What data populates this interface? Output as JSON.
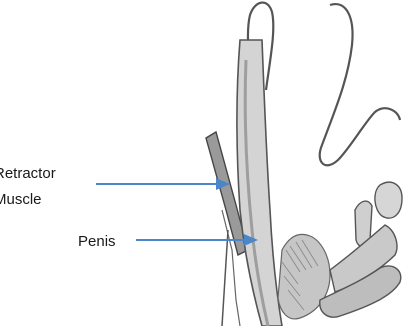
{
  "labels": {
    "retractor_line1": "Retractor",
    "retractor_line2": "Muscle",
    "penis": "Penis"
  },
  "colors": {
    "arrow": "#4a86c8",
    "outline": "#555555",
    "fill_light": "#dcdcdc",
    "fill_mid": "#bdbdbd",
    "fill_dark": "#8f8f8f"
  }
}
